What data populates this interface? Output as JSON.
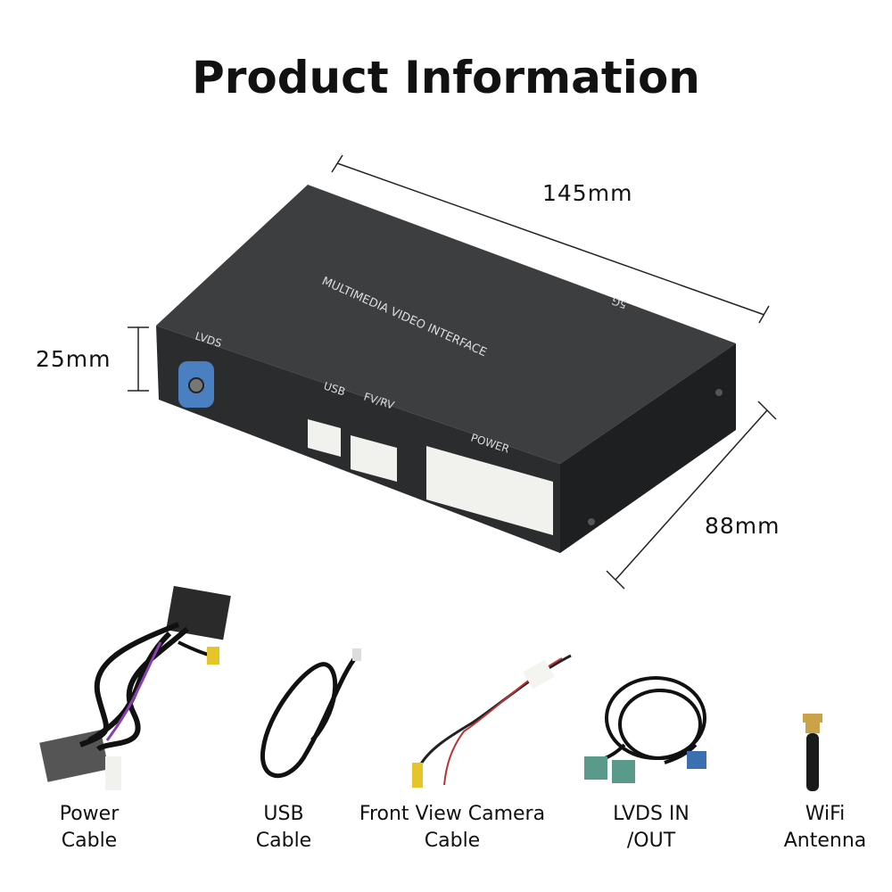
{
  "title": "Product Information",
  "dimensions": {
    "length": "145mm",
    "height": "25mm",
    "width": "88mm"
  },
  "device": {
    "top_text": "MULTIMEDIA  VIDEO  INTERFACE",
    "top_badge": "5G",
    "port_labels": [
      "LVDS",
      "USB",
      "FV/RV",
      "POWER"
    ],
    "colors": {
      "body": "#3a3b3d",
      "lvds_port": "#4a7fc1",
      "connector": "#f1f1ee"
    }
  },
  "accessories": [
    {
      "line1": "Power",
      "line2": "Cable",
      "icon": "power-harness"
    },
    {
      "line1": "USB",
      "line2": "Cable",
      "icon": "usb-cable"
    },
    {
      "line1": "Front View Camera",
      "line2": "Cable",
      "icon": "camera-cable"
    },
    {
      "line1": "LVDS IN",
      "line2": "/OUT",
      "icon": "lvds-cable"
    },
    {
      "line1": "WiFi",
      "line2": "Antenna",
      "icon": "wifi-antenna"
    }
  ]
}
